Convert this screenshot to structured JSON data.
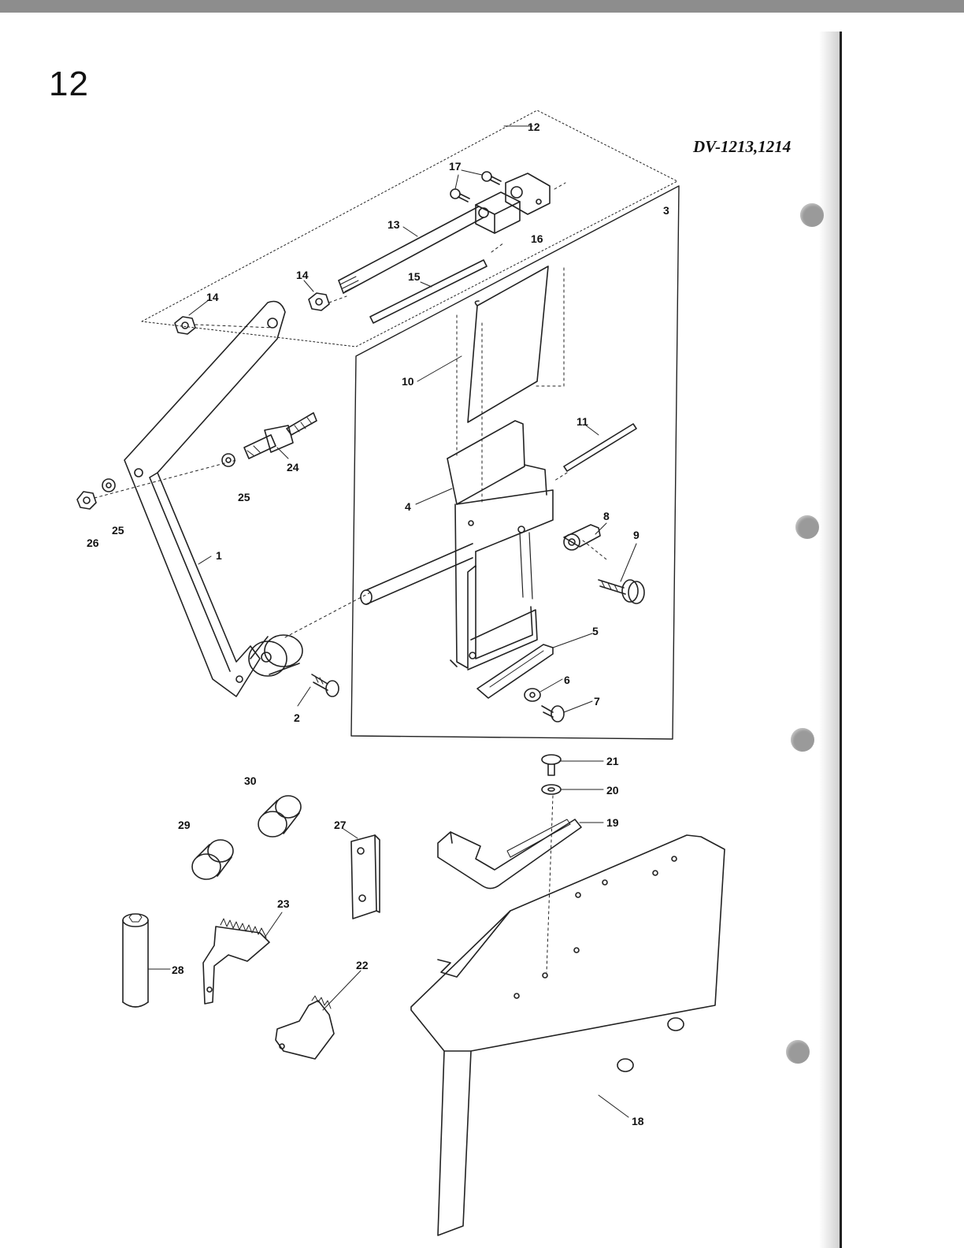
{
  "page": {
    "number": "12",
    "model": "DV-1213,1214"
  },
  "callouts": {
    "c1": "1",
    "c2": "2",
    "c3": "3",
    "c4": "4",
    "c5": "5",
    "c6": "6",
    "c7": "7",
    "c8": "8",
    "c9": "9",
    "c10": "10",
    "c11": "11",
    "c12": "12",
    "c13": "13",
    "c14a": "14",
    "c14b": "14",
    "c15": "15",
    "c16": "16",
    "c17": "17",
    "c18": "18",
    "c19": "19",
    "c20": "20",
    "c21": "21",
    "c22": "22",
    "c23": "23",
    "c24": "24",
    "c25a": "25",
    "c25b": "25",
    "c26": "26",
    "c27": "27",
    "c28": "28",
    "c29": "29",
    "c30": "30"
  }
}
